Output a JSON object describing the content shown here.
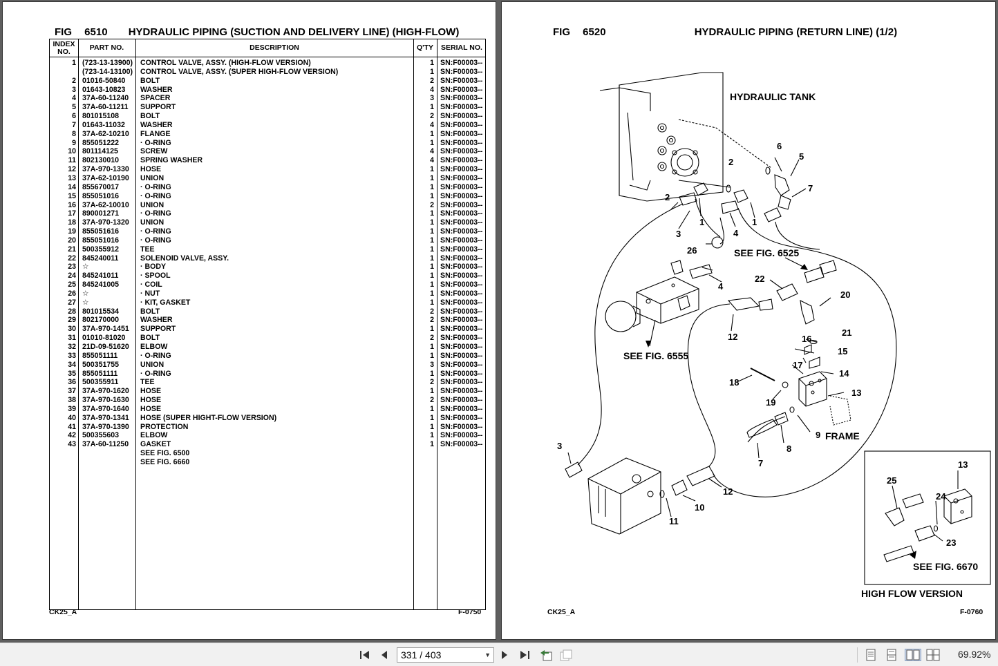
{
  "left_page": {
    "fig_label": "FIG",
    "fig_number": "6510",
    "title": "HYDRAULIC PIPING (SUCTION AND DELIVERY LINE) (HIGH-FLOW)",
    "columns": {
      "index": "INDEX NO.",
      "part": "PART NO.",
      "desc": "DESCRIPTION",
      "qty": "Q'TY",
      "serial": "SERIAL NO."
    },
    "rows": [
      [
        "1",
        "(723-13-13900)",
        "CONTROL VALVE, ASSY. (HIGH-FLOW VERSION)",
        "1",
        "SN:F00003--"
      ],
      [
        "",
        "(723-14-13100)",
        "CONTROL VALVE, ASSY. (SUPER HIGH-FLOW VERSION)",
        "1",
        "SN:F00003--"
      ],
      [
        "2",
        "01016-50840",
        "BOLT",
        "2",
        "SN:F00003--"
      ],
      [
        "3",
        "01643-10823",
        "WASHER",
        "4",
        "SN:F00003--"
      ],
      [
        "4",
        "37A-60-11240",
        "SPACER",
        "3",
        "SN:F00003--"
      ],
      [
        "5",
        "37A-60-11211",
        "SUPPORT",
        "1",
        "SN:F00003--"
      ],
      [
        "6",
        "801015108",
        "BOLT",
        "2",
        "SN:F00003--"
      ],
      [
        "7",
        "01643-11032",
        "WASHER",
        "4",
        "SN:F00003--"
      ],
      [
        "8",
        "37A-62-10210",
        "FLANGE",
        "1",
        "SN:F00003--"
      ],
      [
        "9",
        "855051222",
        "· O-RING",
        "1",
        "SN:F00003--"
      ],
      [
        "10",
        "801114125",
        "SCREW",
        "4",
        "SN:F00003--"
      ],
      [
        "11",
        "802130010",
        "SPRING WASHER",
        "4",
        "SN:F00003--"
      ],
      [
        "12",
        "37A-970-1330",
        "HOSE",
        "1",
        "SN:F00003--"
      ],
      [
        "13",
        "37A-62-10190",
        "UNION",
        "1",
        "SN:F00003--"
      ],
      [
        "14",
        "855670017",
        "· O-RING",
        "1",
        "SN:F00003--"
      ],
      [
        "15",
        "855051016",
        "· O-RING",
        "1",
        "SN:F00003--"
      ],
      [
        "16",
        "37A-62-10010",
        "UNION",
        "2",
        "SN:F00003--"
      ],
      [
        "17",
        "890001271",
        "· O-RING",
        "1",
        "SN:F00003--"
      ],
      [
        "18",
        "37A-970-1320",
        "UNION",
        "1",
        "SN:F00003--"
      ],
      [
        "19",
        "855051616",
        "· O-RING",
        "1",
        "SN:F00003--"
      ],
      [
        "20",
        "855051016",
        "· O-RING",
        "1",
        "SN:F00003--"
      ],
      [
        "21",
        "500355912",
        "TEE",
        "1",
        "SN:F00003--"
      ],
      [
        "22",
        "845240011",
        "SOLENOID VALVE, ASSY.",
        "1",
        "SN:F00003--"
      ],
      [
        "23",
        "☆",
        "· BODY",
        "1",
        "SN:F00003--"
      ],
      [
        "24",
        "845241011",
        "· SPOOL",
        "1",
        "SN:F00003--"
      ],
      [
        "25",
        "845241005",
        "· COIL",
        "1",
        "SN:F00003--"
      ],
      [
        "26",
        "☆",
        "· NUT",
        "1",
        "SN:F00003--"
      ],
      [
        "27",
        "☆",
        "· KIT, GASKET",
        "1",
        "SN:F00003--"
      ],
      [
        "28",
        "801015534",
        "BOLT",
        "2",
        "SN:F00003--"
      ],
      [
        "29",
        "802170000",
        "WASHER",
        "2",
        "SN:F00003--"
      ],
      [
        "30",
        "37A-970-1451",
        "SUPPORT",
        "1",
        "SN:F00003--"
      ],
      [
        "31",
        "01010-81020",
        "BOLT",
        "2",
        "SN:F00003--"
      ],
      [
        "32",
        "21D-09-51620",
        "ELBOW",
        "1",
        "SN:F00003--"
      ],
      [
        "33",
        "855051111",
        "· O-RING",
        "1",
        "SN:F00003--"
      ],
      [
        "34",
        "500351755",
        "UNION",
        "3",
        "SN:F00003--"
      ],
      [
        "35",
        "855051111",
        "· O-RING",
        "1",
        "SN:F00003--"
      ],
      [
        "36",
        "500355911",
        "TEE",
        "2",
        "SN:F00003--"
      ],
      [
        "37",
        "37A-970-1620",
        "HOSE",
        "1",
        "SN:F00003--"
      ],
      [
        "38",
        "37A-970-1630",
        "HOSE",
        "2",
        "SN:F00003--"
      ],
      [
        "39",
        "37A-970-1640",
        "HOSE",
        "1",
        "SN:F00003--"
      ],
      [
        "40",
        "37A-970-1341",
        "HOSE (SUPER HIGHT-FLOW VERSION)",
        "1",
        "SN:F00003--"
      ],
      [
        "41",
        "37A-970-1390",
        "PROTECTION",
        "1",
        "SN:F00003--"
      ],
      [
        "42",
        "500355603",
        "ELBOW",
        "1",
        "SN:F00003--"
      ],
      [
        "43",
        "37A-60-11250",
        "GASKET",
        "1",
        "SN:F00003--"
      ],
      [
        "",
        "",
        "SEE FIG. 6500",
        "",
        ""
      ],
      [
        "",
        "",
        "SEE FIG. 6660",
        "",
        ""
      ]
    ],
    "footer_left": "CK25_A",
    "footer_right": "F-0750"
  },
  "right_page": {
    "fig_label": "FIG",
    "fig_number": "6520",
    "title": "HYDRAULIC PIPING (RETURN LINE) (1/2)",
    "labels": {
      "tank": "HYDRAULIC TANK",
      "see_6525": "SEE FIG. 6525",
      "see_6555": "SEE FIG. 6555",
      "frame": "FRAME",
      "see_6670": "SEE FIG. 6670",
      "high_flow": "HIGH FLOW VERSION"
    },
    "callouts": [
      "6",
      "5",
      "2",
      "7",
      "2",
      "1",
      "3",
      "1",
      "4",
      "26",
      "4",
      "22",
      "20",
      "21",
      "16",
      "15",
      "17",
      "14",
      "18",
      "13",
      "19",
      "12",
      "9",
      "8",
      "7",
      "3",
      "12",
      "10",
      "11",
      "13",
      "25",
      "24",
      "23"
    ],
    "footer_left": "CK25_A",
    "footer_right": "F-0760"
  },
  "toolbar": {
    "page_indicator": "331 / 403",
    "zoom": "69.92%"
  }
}
